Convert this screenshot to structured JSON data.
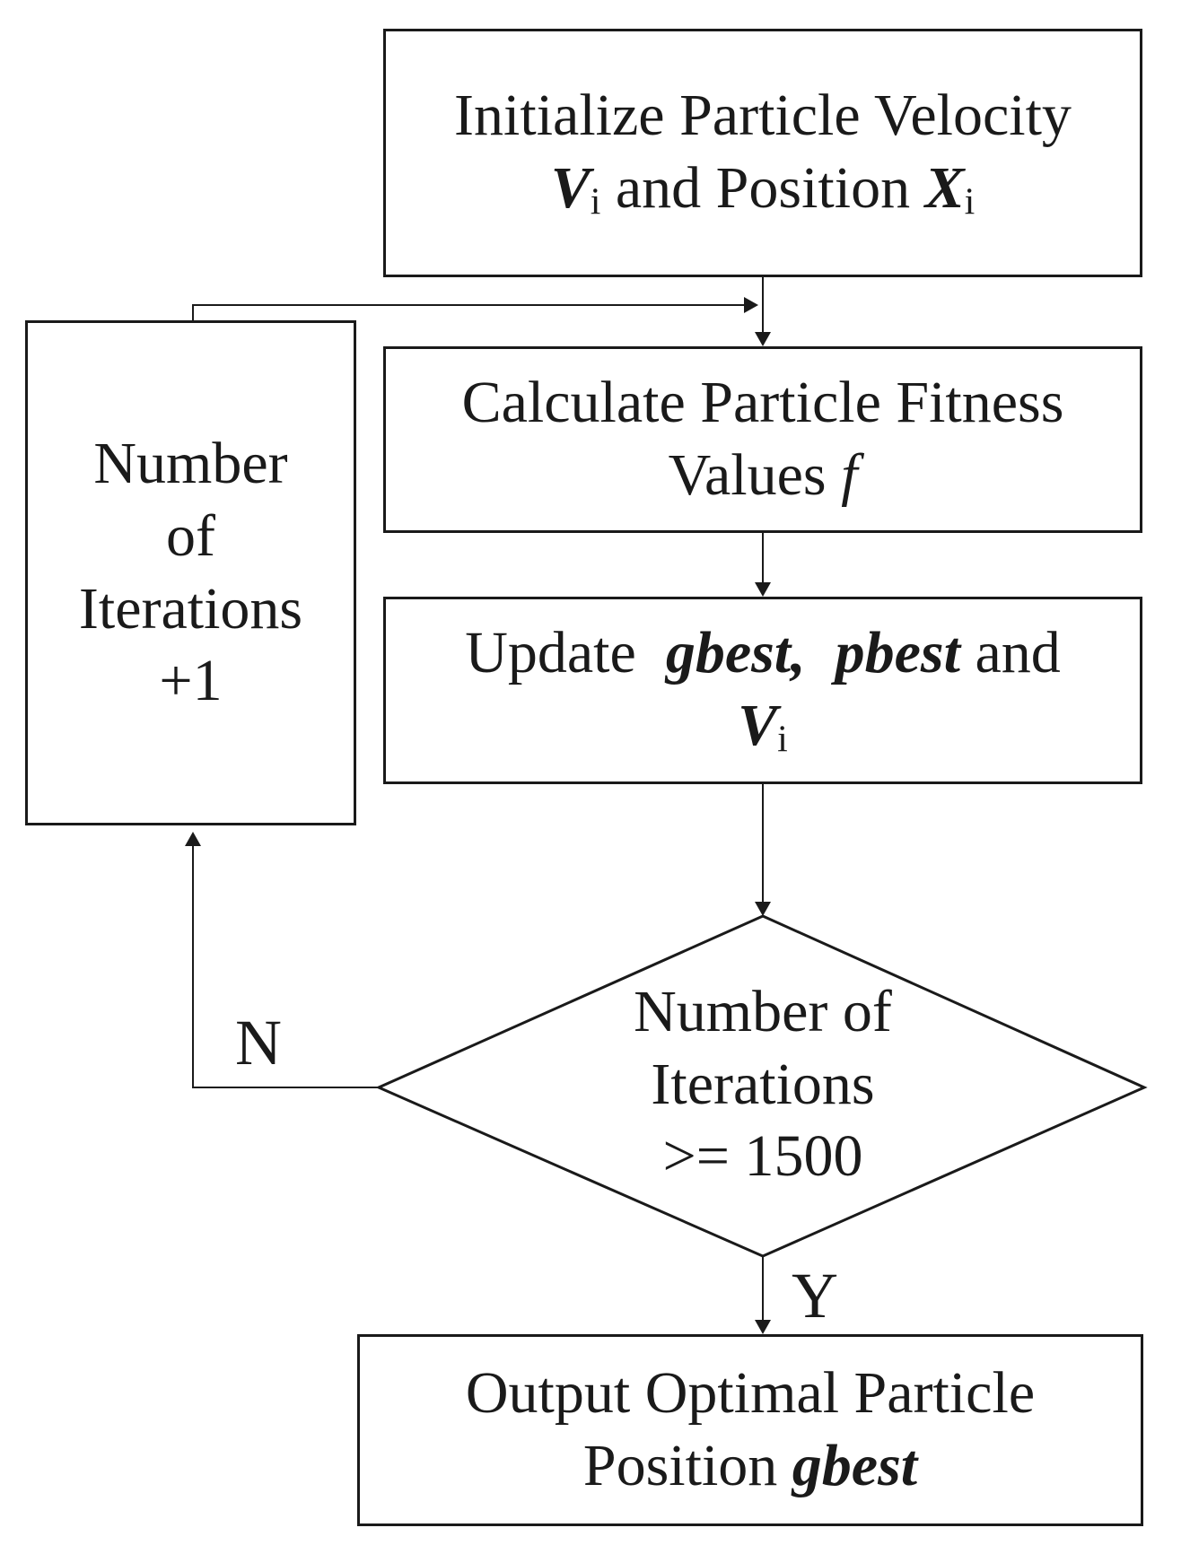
{
  "nodes": {
    "init": {
      "line1": "Initialize Particle Velocity",
      "v_symbol": "V",
      "v_sub": "i",
      "mid_text": " and Position ",
      "x_symbol": "X",
      "x_sub": "i"
    },
    "fitness": {
      "line1": "Calculate Particle Fitness",
      "line2_prefix": "Values ",
      "f_symbol": "f"
    },
    "update": {
      "prefix": "Update ",
      "gbest": "gbest,",
      "pbest": "pbest",
      "suffix": " and",
      "v_symbol": "V",
      "v_sub": "i"
    },
    "counter": {
      "line1": "Number",
      "line2": "of",
      "line3": "Iterations",
      "line4": "+1"
    },
    "decision": {
      "line1": "Number of",
      "line2": "Iterations",
      "line3": ">= 1500"
    },
    "output": {
      "line1": "Output Optimal Particle",
      "line2_prefix": "Position ",
      "gbest": "gbest"
    }
  },
  "edge_labels": {
    "no": "N",
    "yes": "Y"
  }
}
